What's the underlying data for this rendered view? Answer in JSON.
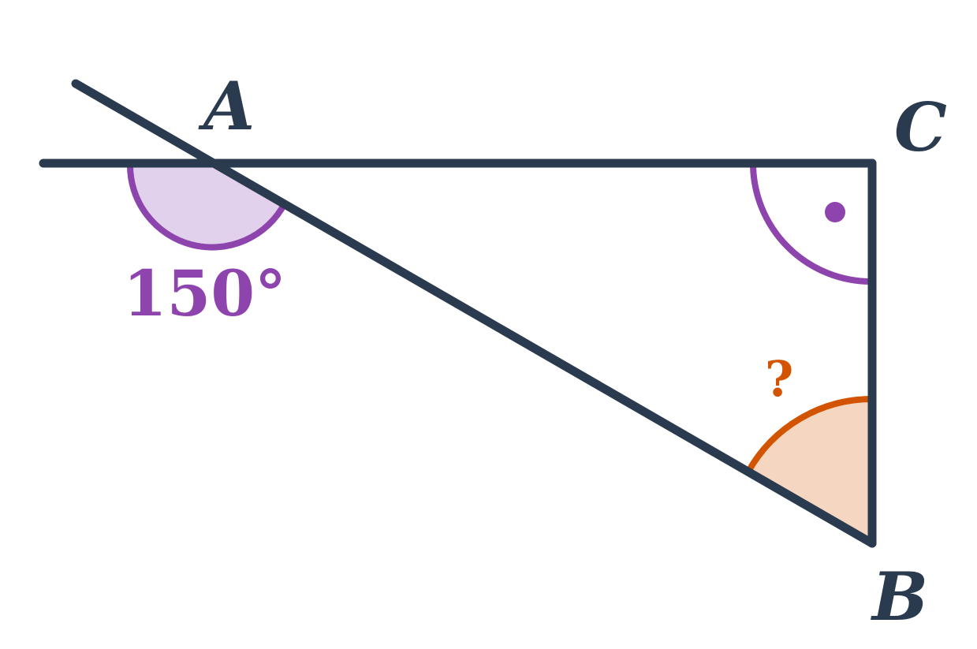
{
  "labels": {
    "vertex_a": "A",
    "vertex_b": "B",
    "vertex_c": "C",
    "exterior_angle_at_a": "150°",
    "unknown_angle_at_b": "?"
  },
  "colors": {
    "line": "#2b3b4f",
    "angle_a_stroke": "#8e44ad",
    "angle_a_fill": "#e2d1ec",
    "right_angle_marker": "#8e44ad",
    "angle_b_stroke": "#d35400",
    "angle_b_fill": "#f5d6c0"
  }
}
